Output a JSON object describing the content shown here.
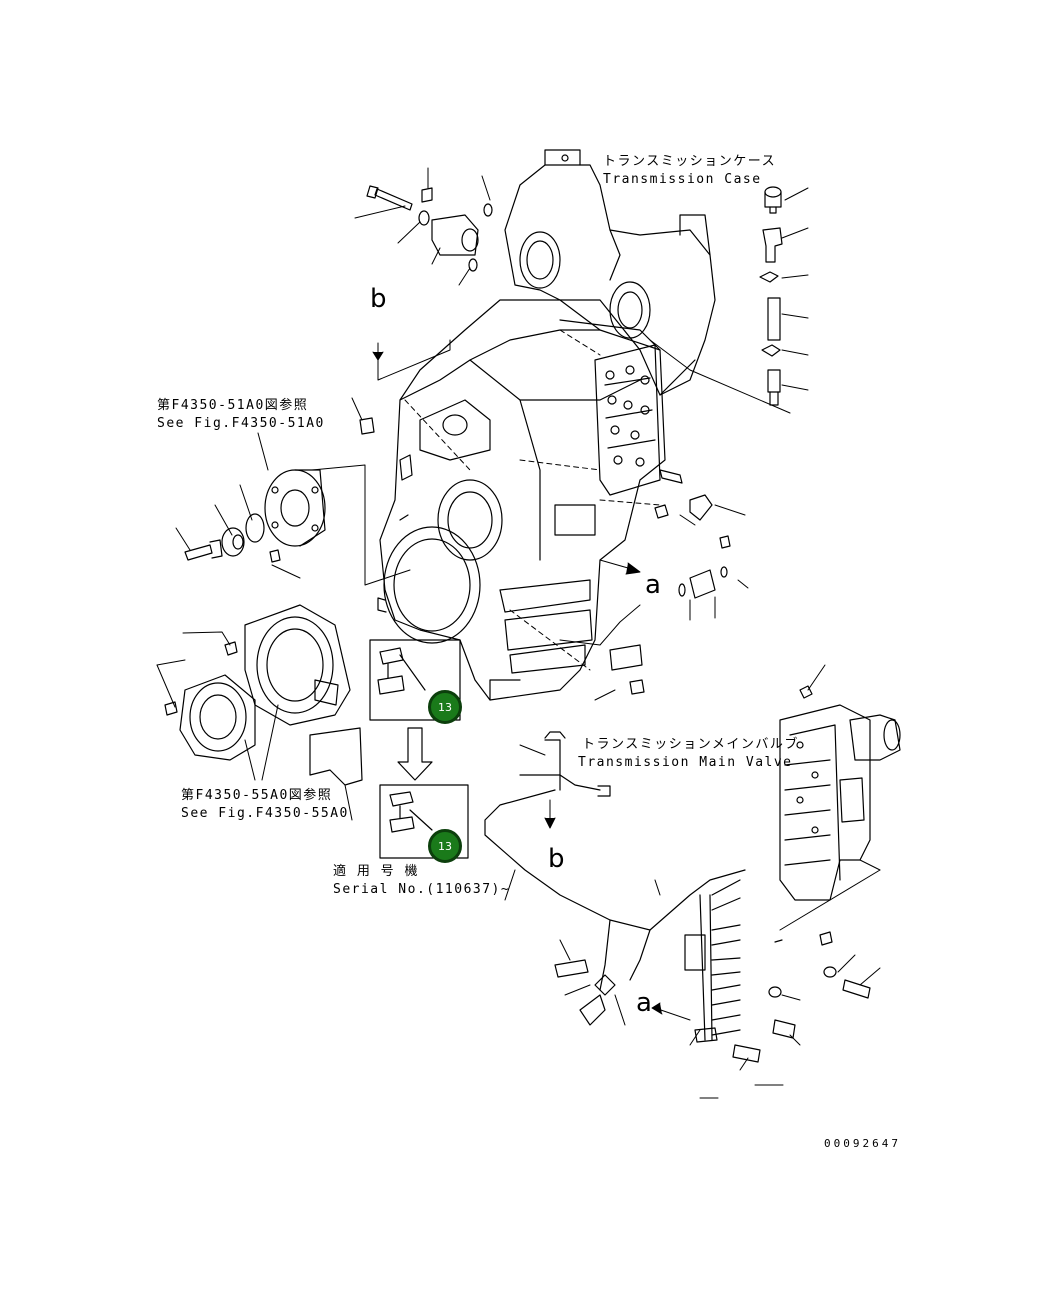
{
  "labels": {
    "case_jp": "トランスミッションケース",
    "case_en": "Transmission Case",
    "valve_jp": "トランスミッションメインバルブ",
    "valve_en": "Transmission Main Valve",
    "ref1_jp": "第F4350-51A0図参照",
    "ref1_en": "See Fig.F4350-51A0",
    "ref2_jp": "第F4350-55A0図参照",
    "ref2_en": "See Fig.F4350-55A0",
    "serial_jp": "適 用 号 機",
    "serial_en": "Serial No.(110637)~"
  },
  "markers": {
    "b_top": "b",
    "b_bottom": "b",
    "a_right": "a",
    "a_bottom": "a"
  },
  "callouts": [
    {
      "label": "13"
    },
    {
      "label": "13"
    }
  ],
  "doc_number": "00092647",
  "colors": {
    "callout_fill": "#1a7a1a",
    "ink": "#000000"
  }
}
